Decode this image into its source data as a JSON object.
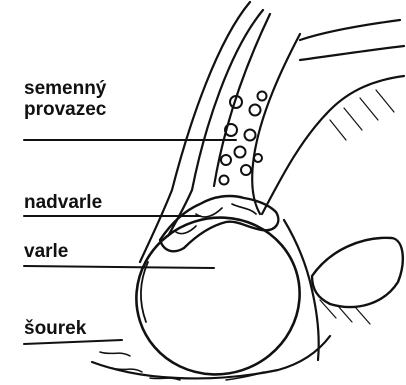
{
  "labels": {
    "spermatic_cord_line1": "semenný",
    "spermatic_cord_line2": "provazec",
    "epididymis": "nadvarle",
    "testis": "varle",
    "scrotum": "šourek"
  },
  "colors": {
    "ink": "#111111",
    "background": "#ffffff"
  }
}
